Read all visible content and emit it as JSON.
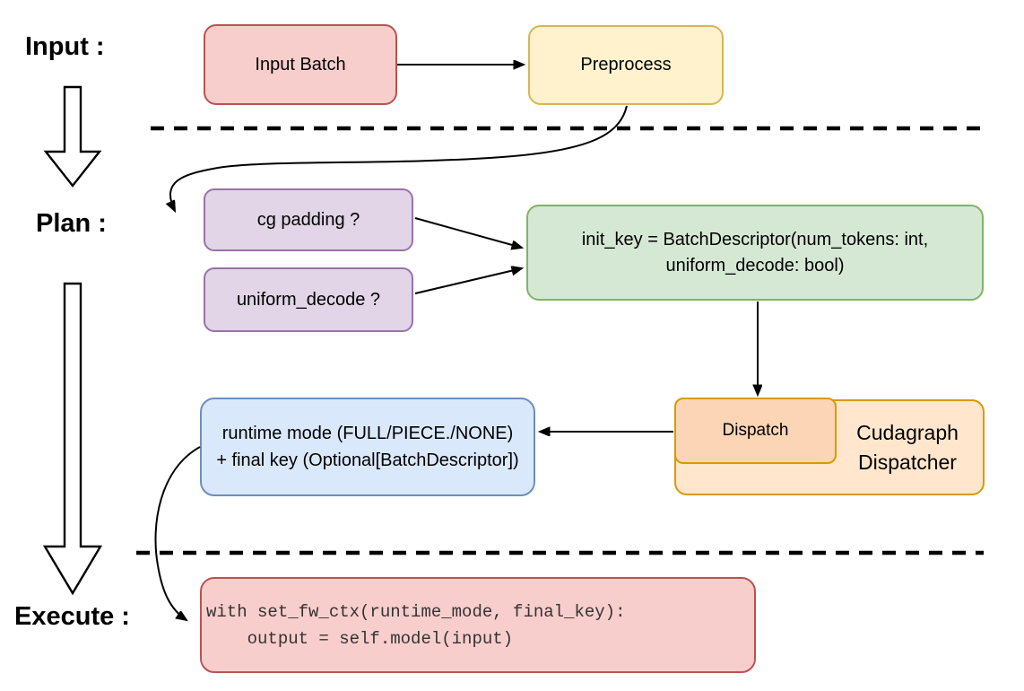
{
  "stage_labels": {
    "input": "Input :",
    "plan": "Plan :",
    "execute": "Execute :"
  },
  "nodes": {
    "input_batch": {
      "label": "Input Batch",
      "fill": "#f8cecc",
      "stroke": "#b85450"
    },
    "preprocess": {
      "label": "Preprocess",
      "fill": "#fff2cc",
      "stroke": "#d6b656"
    },
    "cg_padding": {
      "label": "cg padding ?",
      "fill": "#e1d5e7",
      "stroke": "#9673a6"
    },
    "uniform_decode": {
      "label": "uniform_decode ?",
      "fill": "#e1d5e7",
      "stroke": "#9673a6"
    },
    "init_key": {
      "line1": "init_key = BatchDescriptor(num_tokens: int,",
      "line2": "uniform_decode: bool)",
      "fill": "#d5e8d4",
      "stroke": "#82b366"
    },
    "dispatch": {
      "label": "Dispatch",
      "fill": "#fbd5b5",
      "stroke": "#d79b00"
    },
    "cudagraph_dispatcher": {
      "line1": "Cudagraph",
      "line2": "Dispatcher",
      "fill": "#ffe6cc",
      "stroke": "#d79b00"
    },
    "runtime_mode": {
      "line1": "runtime mode (FULL/PIECE./NONE)",
      "line2": "+ final key (Optional[BatchDescriptor])",
      "fill": "#dae8fc",
      "stroke": "#6c8ebf"
    },
    "execute_code": {
      "line1": "with set_fw_ctx(runtime_mode, final_key):",
      "line2": "    output = self.model(input)",
      "fill": "#f8cecc",
      "stroke": "#b85450"
    }
  }
}
